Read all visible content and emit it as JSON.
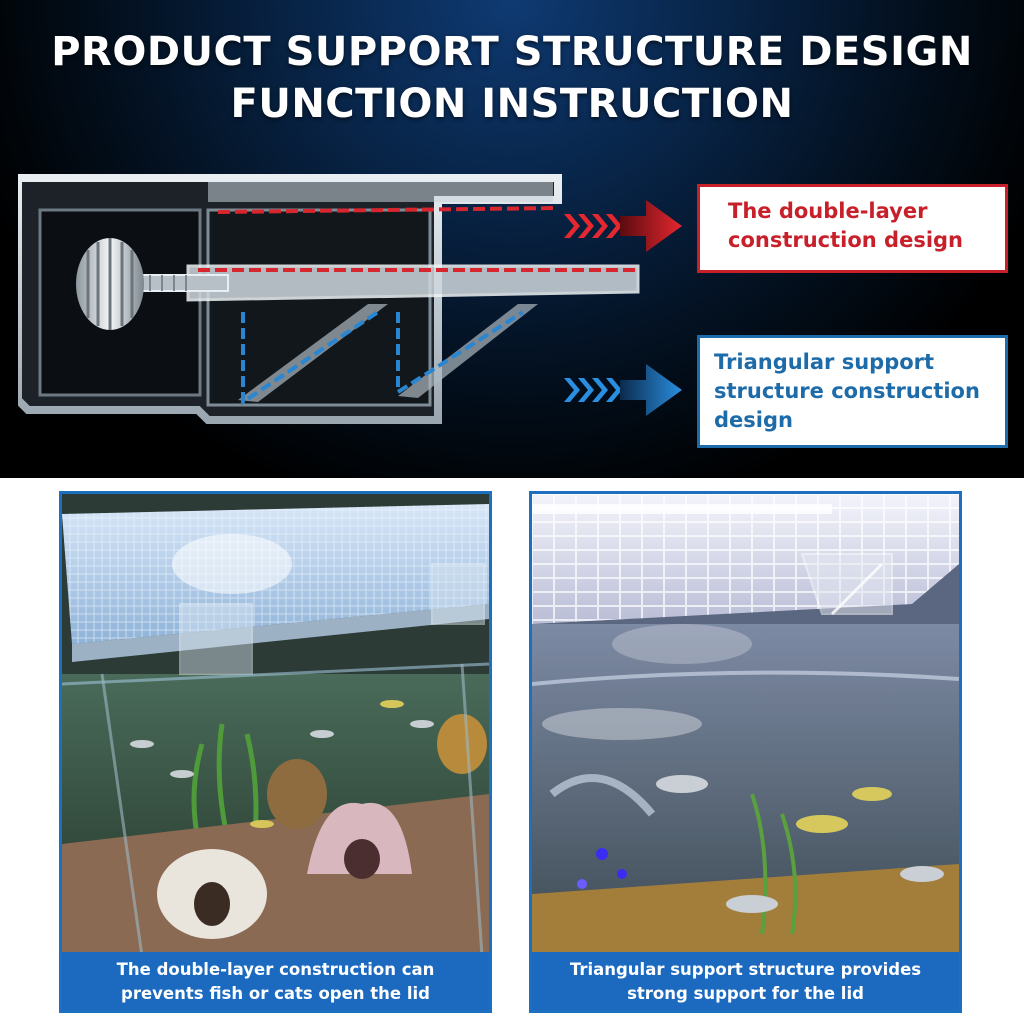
{
  "header": {
    "title_line1": "PRODUCT SUPPORT STRUCTURE DESIGN",
    "title_line2": "FUNCTION INSTRUCTION"
  },
  "callouts": {
    "double_layer": {
      "line1": "The double-layer",
      "line2": "construction design",
      "color": "#c8202a"
    },
    "triangular": {
      "line1": "Triangular support",
      "line2": "structure construction",
      "line3": "design",
      "color": "#1d6ba8"
    }
  },
  "photos": {
    "left": {
      "caption_line1": "The double-layer construction can",
      "caption_line2": "prevents fish or cats open the lid"
    },
    "right": {
      "caption_line1": "Triangular support structure provides",
      "caption_line2": "strong support for the lid"
    }
  },
  "colors": {
    "accent_red": "#c8202a",
    "accent_blue": "#1d6ba8",
    "caption_bar": "#1b6ac0"
  }
}
